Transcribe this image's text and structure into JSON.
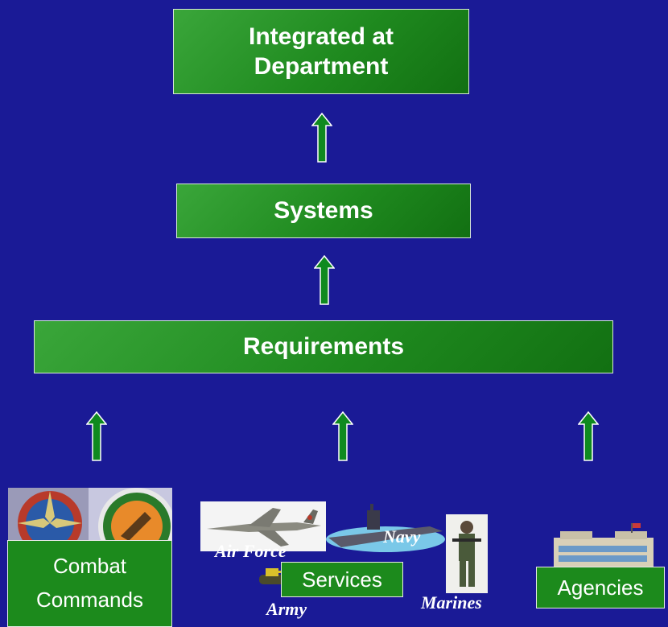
{
  "diagram": {
    "top_box": {
      "line1": "Integrated at",
      "line2": "Department"
    },
    "systems_box": "Systems",
    "requirements_box": "Requirements",
    "sources": {
      "combat": {
        "line1": "Combat",
        "line2": "Commands"
      },
      "services": "Services",
      "agencies": "Agencies"
    },
    "branches": {
      "air_force": "Air Force",
      "navy": "Navy",
      "army": "Army",
      "marines": "Marines"
    }
  },
  "colors": {
    "background": "#1a1a96",
    "box_green": "#1f8a1f",
    "arrow_green": "#0f8a1f"
  }
}
